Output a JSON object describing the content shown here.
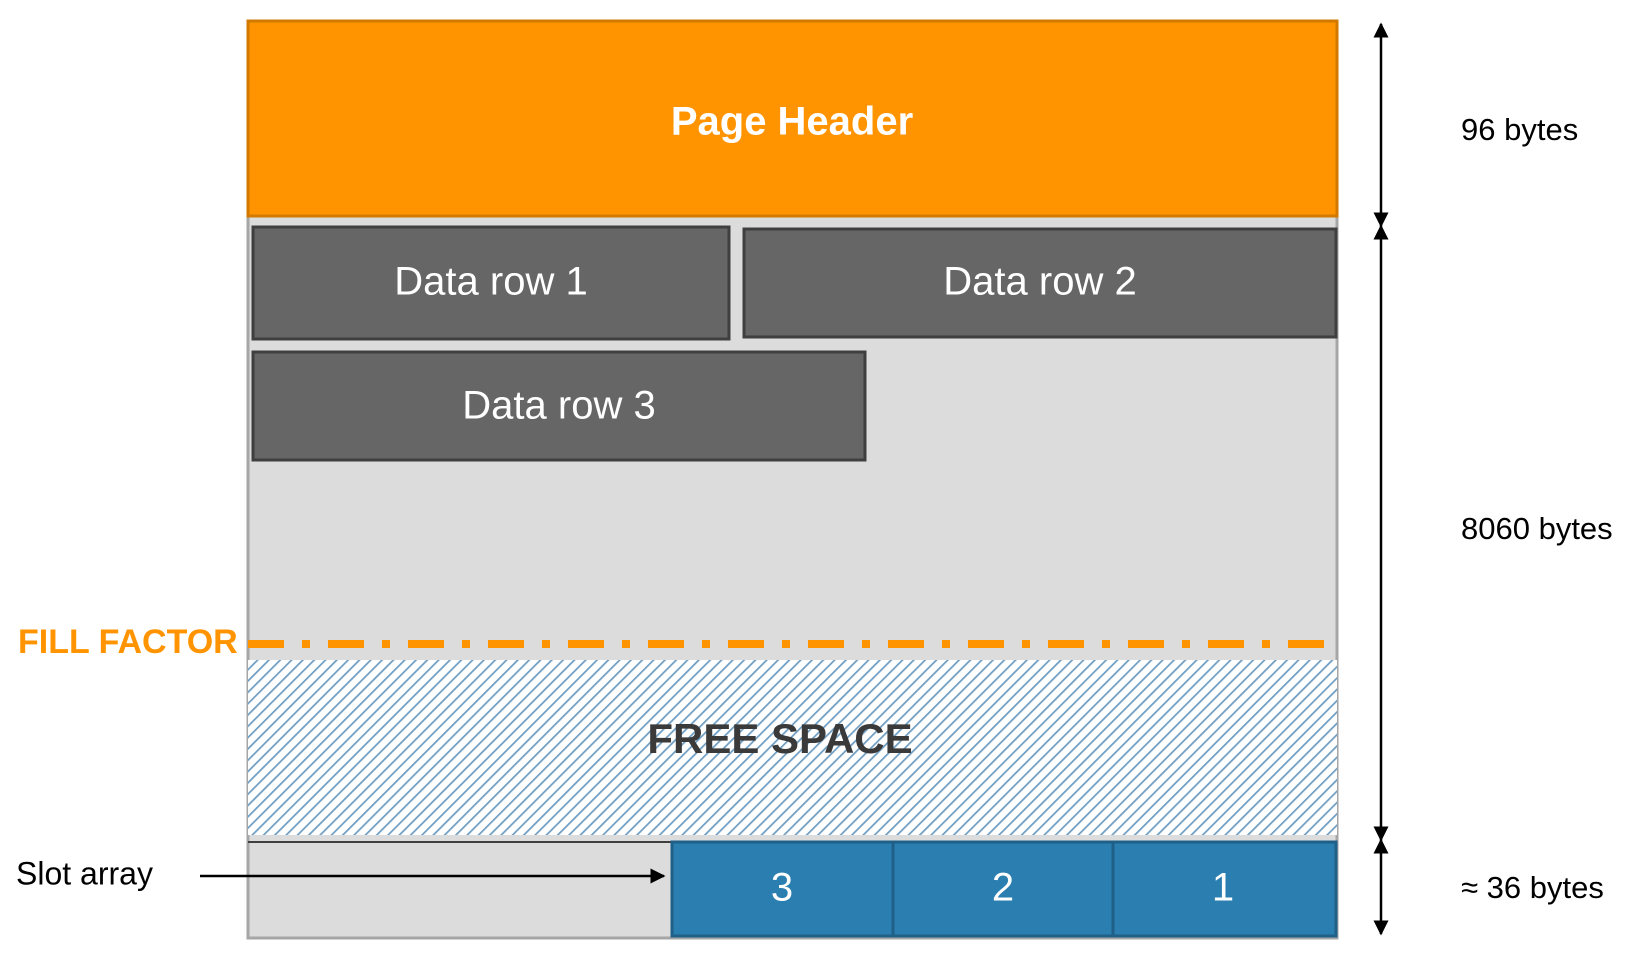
{
  "page": {
    "header_label": "Page Header",
    "data_rows": [
      "Data row 1",
      "Data row 2",
      "Data row 3"
    ],
    "fill_factor_label": "FILL FACTOR",
    "free_space_label": "FREE SPACE",
    "slot_array_label": "Slot array",
    "slots": [
      "3",
      "2",
      "1"
    ]
  },
  "dimensions": {
    "header_size": "96 bytes",
    "data_size": "8060 bytes",
    "slot_size": "≈ 36 bytes"
  },
  "colors": {
    "header_fill": "#FF9400",
    "fill_factor_line": "#FF9400",
    "row_fill": "#666666",
    "row_border": "#3F3F3F",
    "page_fill": "#DCDCDC",
    "page_border": "#A6A6A6",
    "slot_fill": "#2A7FB0",
    "slot_border": "#1F5F88",
    "hatch_line": "#6F9EC2",
    "free_space_text": "#3A3A3A"
  }
}
